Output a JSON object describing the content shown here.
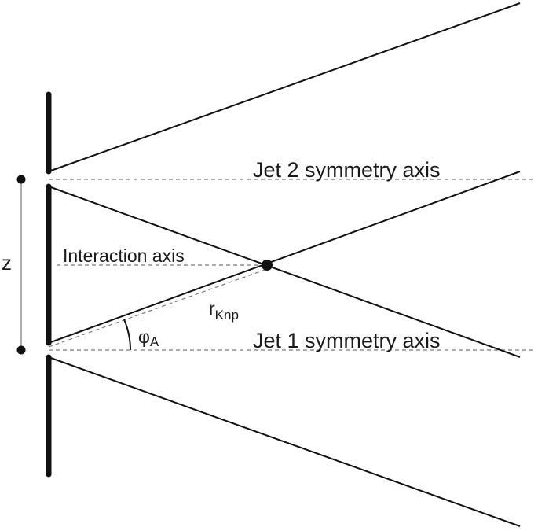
{
  "labels": {
    "jet2_axis": "Jet 2 symmetry axis",
    "jet1_axis": "Jet 1 symmetry axis",
    "interaction_axis": "Interaction axis",
    "distance": "z",
    "radius_main": "r",
    "radius_sub": "Knp",
    "angle_main": "φ",
    "angle_sub": "A"
  },
  "colors": {
    "ink": "#111111",
    "axis_dash": "#7a7a7a"
  }
}
